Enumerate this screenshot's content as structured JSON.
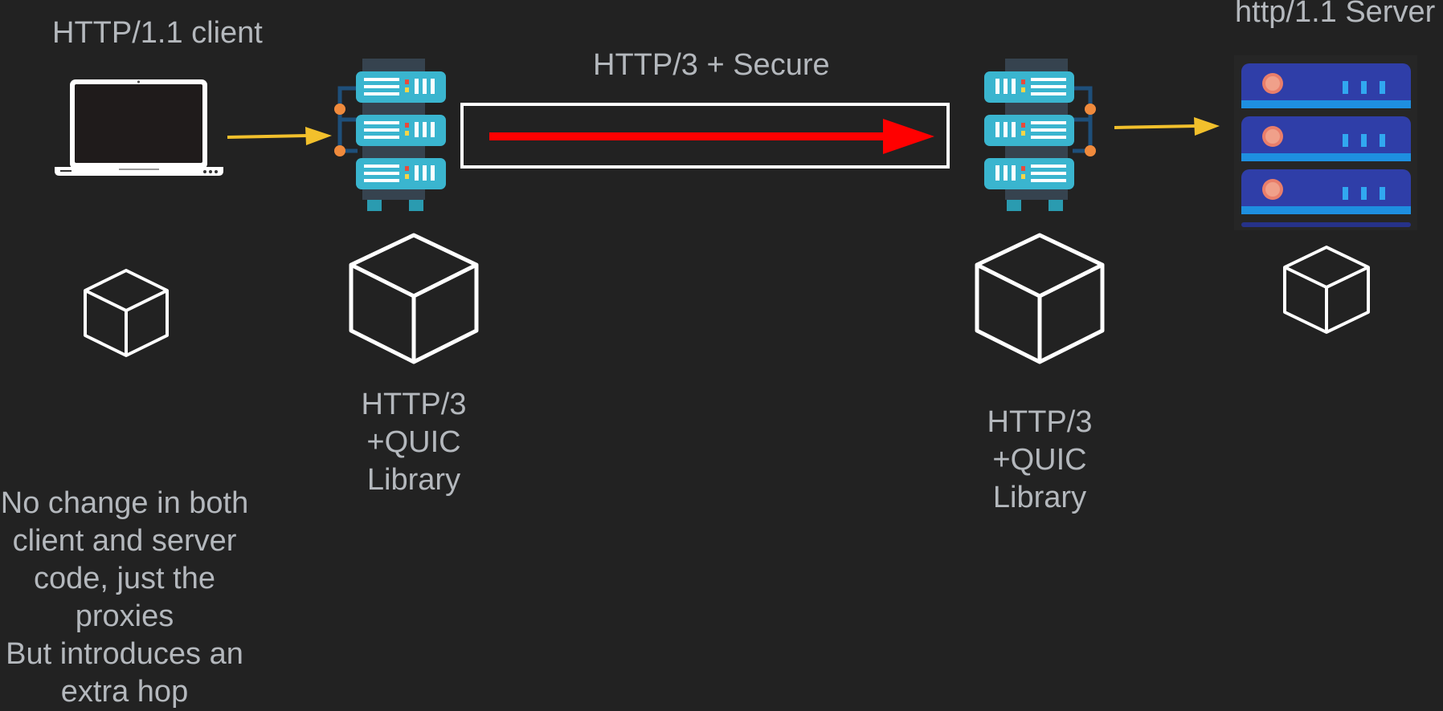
{
  "labels": {
    "client": "HTTP/1.1 client",
    "server": "http/1.1 Server",
    "tunnel": "HTTP/3 + Secure",
    "left_library": [
      "HTTP/3",
      "+QUIC",
      "Library"
    ],
    "right_library": [
      "HTTP/3",
      "+QUIC",
      "Library"
    ],
    "note": [
      "No change in both",
      "client and server",
      "code, just the",
      "proxies",
      "But introduces an",
      "extra hop"
    ]
  },
  "colors": {
    "background": "#222222",
    "text": "#b4b8bd",
    "arrow_local": "#f2c02c",
    "arrow_tunnel": "#ff0000",
    "tunnel_box": "#ffffff",
    "proxy_blue": "#3ab5cf",
    "server_blue": "#2f3ea8"
  },
  "icons": {
    "client": "laptop-icon",
    "proxy_left": "proxy-server-icon",
    "proxy_right": "proxy-server-icon",
    "server": "server-rack-icon",
    "cube": "cube-icon"
  }
}
